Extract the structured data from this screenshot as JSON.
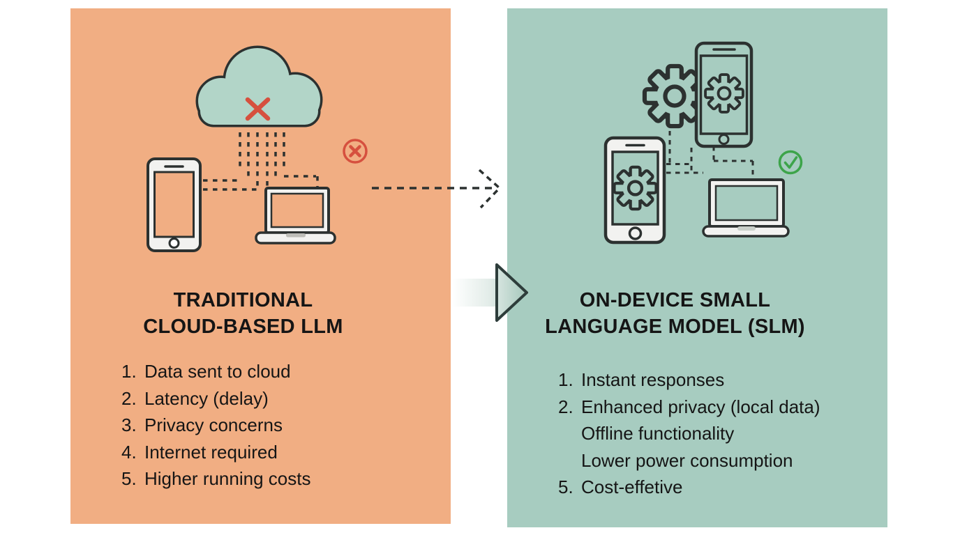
{
  "left_panel": {
    "title_line1": "TRADITIONAL",
    "title_line2": "CLOUD-BASED LLM",
    "items": [
      {
        "num": "1.",
        "text": "Data sent to cloud"
      },
      {
        "num": "2.",
        "text": "Latency (delay)"
      },
      {
        "num": "3.",
        "text": "Privacy concerns"
      },
      {
        "num": "4.",
        "text": "Internet required"
      },
      {
        "num": "5.",
        "text": "Higher running costs"
      }
    ],
    "icons": [
      "cloud-icon",
      "x-mark-icon",
      "circle-x-icon",
      "smartphone-icon",
      "laptop-icon",
      "data-flow-dashes"
    ]
  },
  "right_panel": {
    "title_line1": "ON-DEVICE SMALL",
    "title_line2": "LANGUAGE MODEL (SLM)",
    "items": [
      {
        "num": "1.",
        "text": "Instant responses"
      },
      {
        "num": "2.",
        "text": "Enhanced privacy (local data)"
      },
      {
        "num": "",
        "text": "Offline functionality"
      },
      {
        "num": "",
        "text": "Lower power consumption"
      },
      {
        "num": "5.",
        "text": "Cost-effetive"
      }
    ],
    "icons": [
      "gear-icon",
      "smartphone-icon",
      "laptop-icon",
      "check-circle-icon",
      "data-flow-dashes"
    ]
  },
  "middle": {
    "icons": [
      "dashed-arrow-icon",
      "solid-arrow-icon"
    ]
  },
  "colors": {
    "left_panel_bg": "#f1ae83",
    "right_panel_bg": "#a7ccc0",
    "cloud_fill": "#b2d5c8",
    "device_fill": "#f2f2f0",
    "outline_dark": "#2c3130",
    "error_red": "#d6503e",
    "success_green": "#3da44a",
    "arrow_outline": "#2e3d3b",
    "text": "#151515"
  }
}
